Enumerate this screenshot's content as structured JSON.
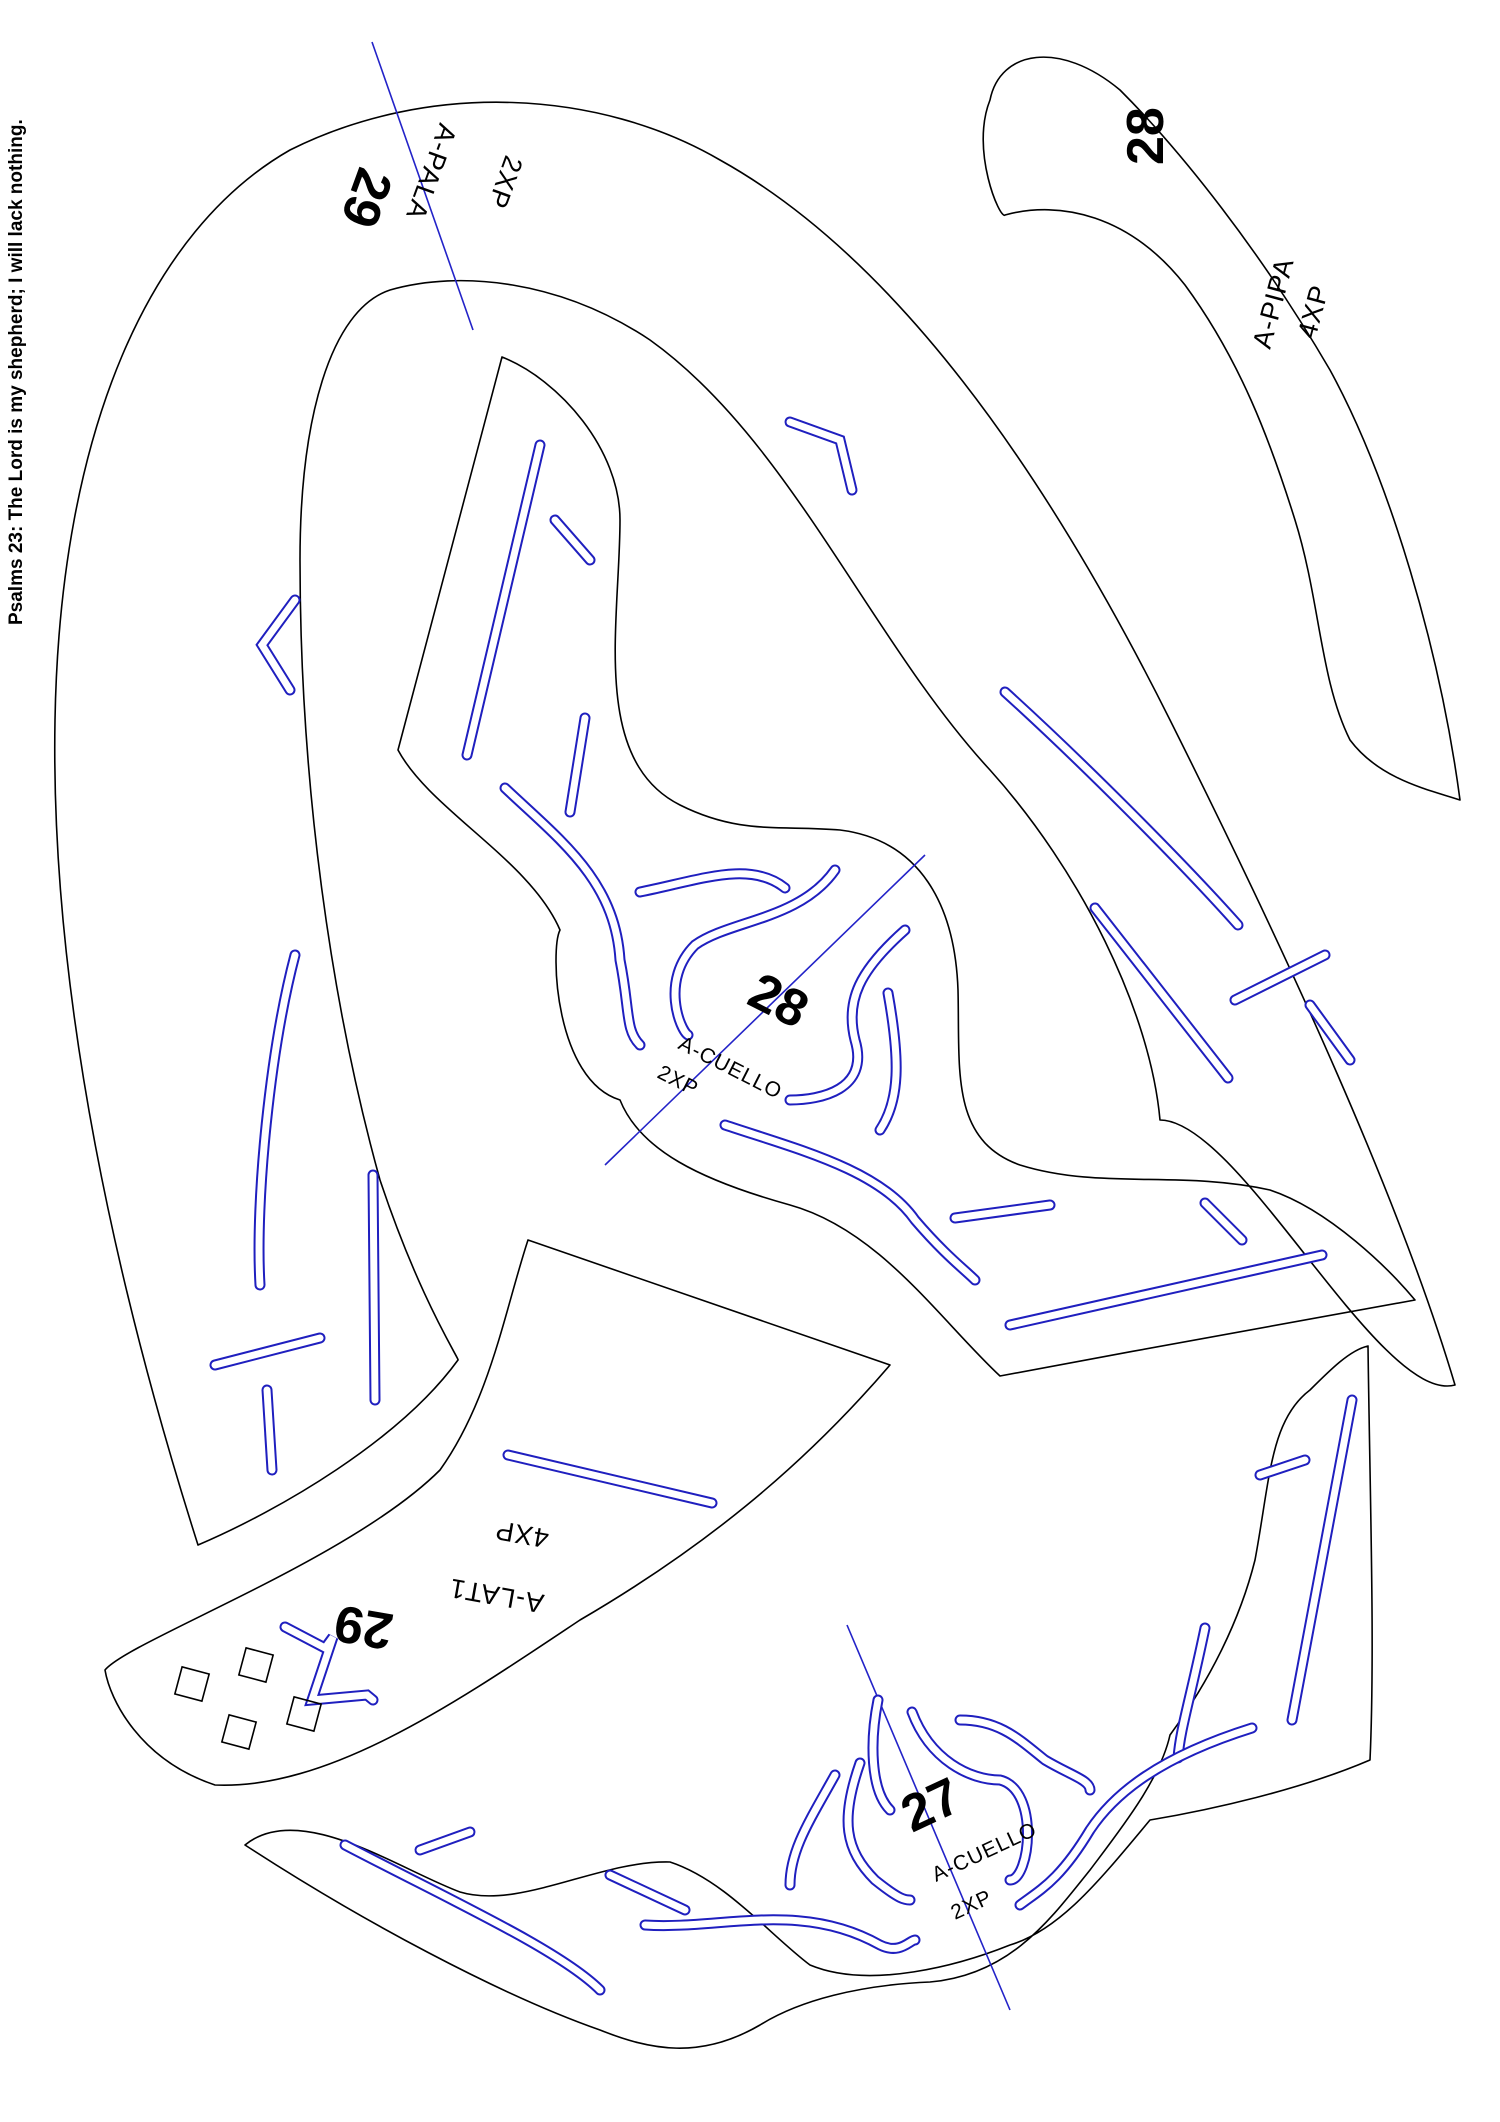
{
  "header": {
    "scripture": "Psalms 23: The Lord is my shepherd; I will lack nothing."
  },
  "pieces": [
    {
      "id": "a-pala",
      "number": "29",
      "name": "A-PALA",
      "qty": "2XP"
    },
    {
      "id": "a-pipa",
      "number": "28",
      "name": "A-PIPA",
      "qty": "4XP"
    },
    {
      "id": "a-cuello-28",
      "number": "28",
      "name": "A-CUELLO",
      "qty": "2XP"
    },
    {
      "id": "a-lat1",
      "number": "29",
      "name": "A-LAT1",
      "qty": "4XP"
    },
    {
      "id": "a-cuello-27",
      "number": "27",
      "name": "A-CUELLO",
      "qty": "2XP"
    }
  ],
  "colors": {
    "outline": "#000000",
    "slot": "#1f1fbf",
    "grain_line": "#2323c8",
    "background": "#ffffff"
  }
}
